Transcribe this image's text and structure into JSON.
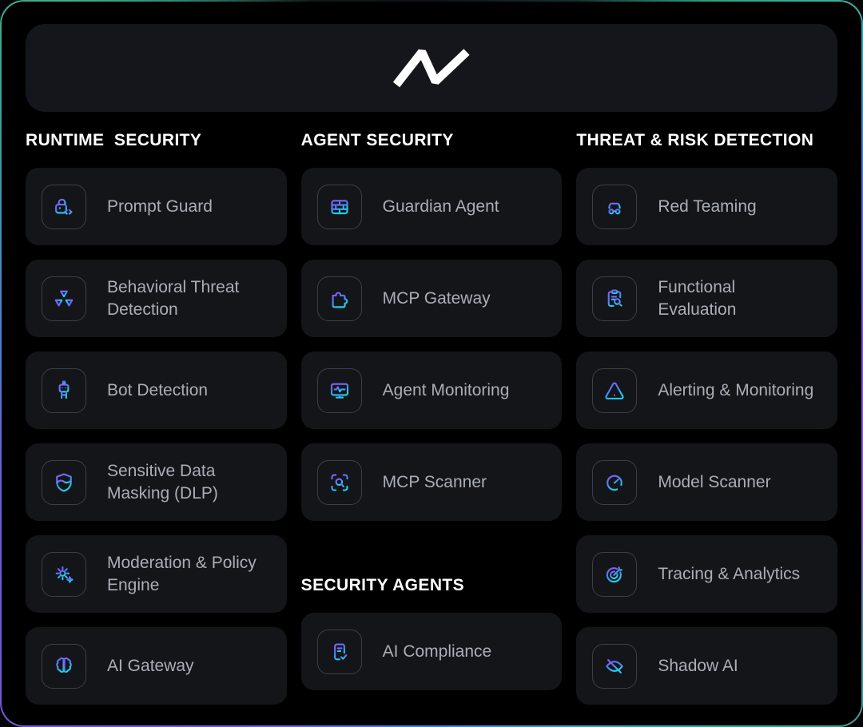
{
  "colors": {
    "page_bg": "#000000",
    "surface": "#15161b",
    "card_bg": "#141519",
    "tile_border": "#3c3f46",
    "header_text": "#ffffff",
    "label_text": "#a9aeb6",
    "logo": "#ffffff",
    "icon_gradient_start": "#8b5cf6",
    "icon_gradient_mid": "#4f7df9",
    "icon_gradient_end": "#22d0ee",
    "edge_teal": "#35b39a",
    "edge_blue": "#4a7fd4",
    "edge_purple": "#7a5bd6"
  },
  "header": {
    "logo_icon": "noma-logo-icon"
  },
  "columns": [
    {
      "sections": [
        {
          "header": "RUNTIME  SECURITY",
          "items": [
            {
              "label": "Prompt Guard",
              "icon": "lock-code-icon"
            },
            {
              "label": "Behavioral Threat Detection",
              "icon": "radiation-icon"
            },
            {
              "label": "Bot Detection",
              "icon": "robot-icon"
            },
            {
              "label": "Sensitive Data Masking (DLP)",
              "icon": "shield-wave-icon"
            },
            {
              "label": "Moderation & Policy Engine",
              "icon": "gear-sparkle-icon"
            },
            {
              "label": "AI Gateway",
              "icon": "brain-icon"
            }
          ]
        }
      ]
    },
    {
      "sections": [
        {
          "header": "AGENT SECURITY",
          "items": [
            {
              "label": "Guardian Agent",
              "icon": "firewall-icon"
            },
            {
              "label": "MCP Gateway",
              "icon": "puzzle-icon"
            },
            {
              "label": "Agent Monitoring",
              "icon": "monitor-pulse-icon"
            },
            {
              "label": "MCP Scanner",
              "icon": "scan-search-icon"
            }
          ]
        },
        {
          "header": "SECURITY AGENTS",
          "items": [
            {
              "label": "AI Compliance",
              "icon": "document-check-icon"
            }
          ]
        }
      ]
    },
    {
      "sections": [
        {
          "header": "THREAT & RISK DETECTION",
          "items": [
            {
              "label": "Red Teaming",
              "icon": "incognito-icon"
            },
            {
              "label": "Functional Evaluation",
              "icon": "clipboard-search-icon"
            },
            {
              "label": "Alerting & Monitoring",
              "icon": "warning-triangle-icon"
            },
            {
              "label": "Model Scanner",
              "icon": "gauge-icon"
            },
            {
              "label": "Tracing & Analytics",
              "icon": "target-dart-icon"
            },
            {
              "label": "Shadow AI",
              "icon": "eye-off-icon"
            }
          ]
        }
      ]
    }
  ]
}
